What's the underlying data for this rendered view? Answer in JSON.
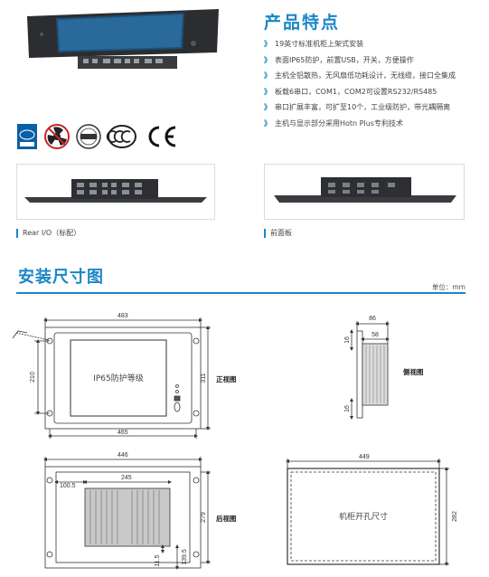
{
  "features": {
    "title": "产品特点",
    "items": [
      "19英寸标准机柜上架式安装",
      "表面IP65防护，前置USB，开关，方便操作",
      "主机全铝散热，无风扇低功耗设计，无线缆，接口全集成",
      "板载6串口，COM1，COM2可设置RS232/RS485",
      "串口扩展丰富，可扩至10个，工业级防护，带光耦隔离",
      "主机与显示部分采用Hotn Plus专利技术"
    ],
    "bullet": "》"
  },
  "certs": [
    "intel",
    "fanless-icon",
    "ISO 9001",
    "CCC",
    "CE"
  ],
  "photos": {
    "rear_caption": "Rear I/O（标配）",
    "front_caption": "前面板"
  },
  "section": {
    "title": "安装尺寸图",
    "unit": "单位：mm"
  },
  "drawings": {
    "front": {
      "label": "正视图",
      "width_outer": "483",
      "width_inner": "465",
      "height_outer": "311",
      "height_inner": "210",
      "panel_text": "IP65防护等级"
    },
    "side": {
      "label": "侧视图",
      "depth": "86",
      "depth_inner": "58",
      "top": "16",
      "bottom": "16"
    },
    "rear": {
      "label": "后视图",
      "width": "446",
      "left_offset": "100.5",
      "box_width": "245",
      "height": "279",
      "bottom_offset": "139.5",
      "small": "11.5"
    },
    "cutout": {
      "label": "机柜开孔尺寸",
      "width": "449",
      "height": "282"
    }
  }
}
